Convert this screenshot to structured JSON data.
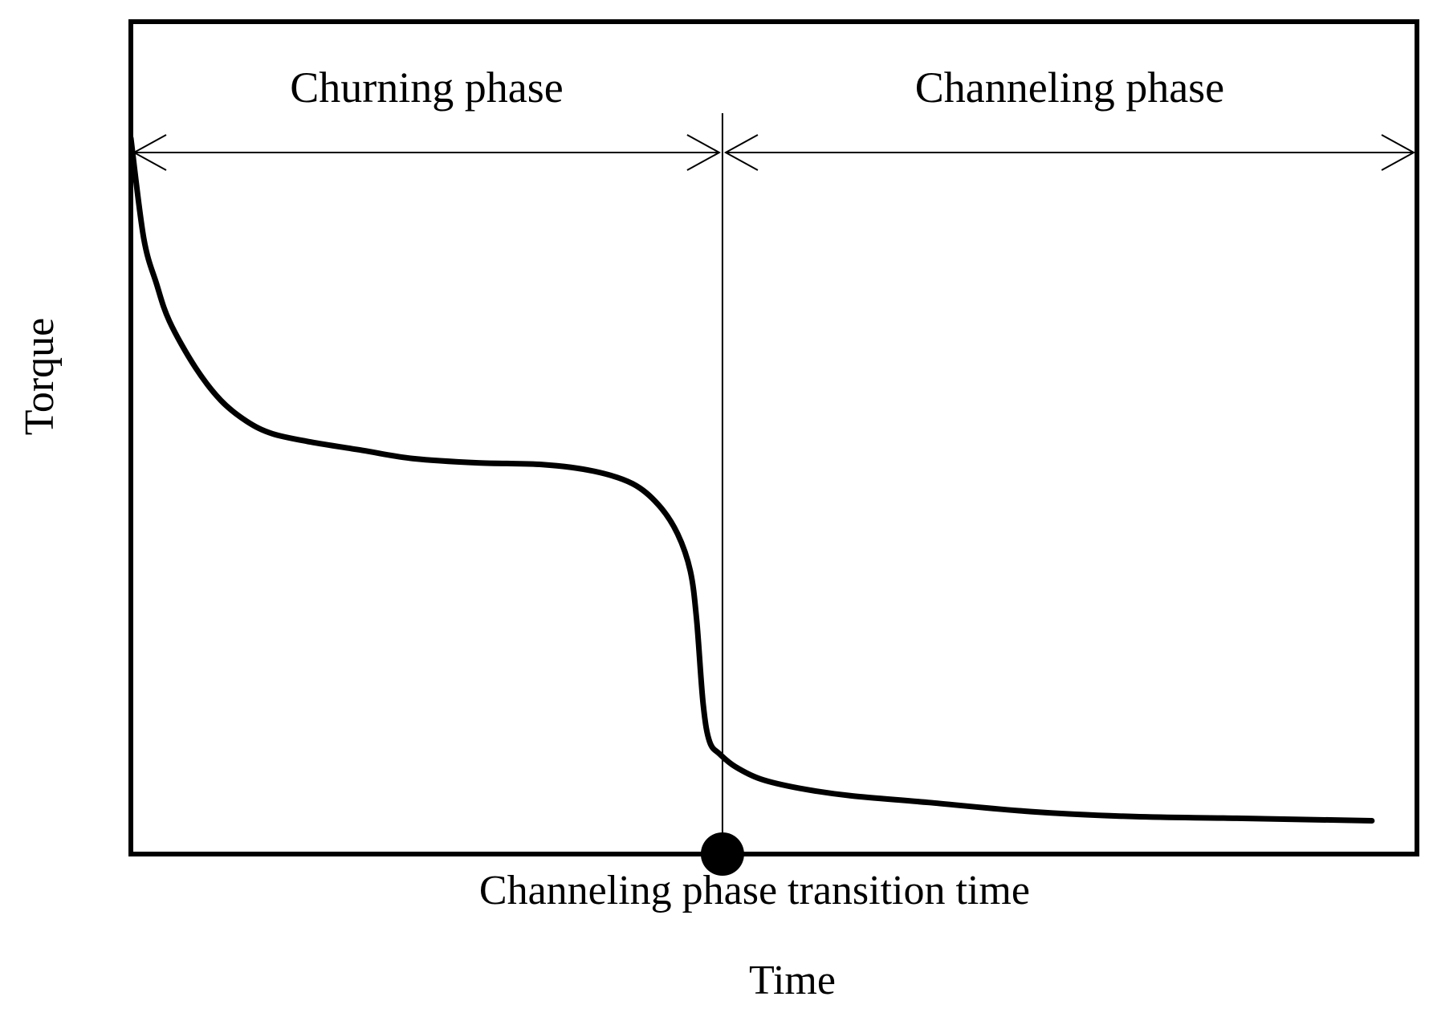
{
  "chart_data": {
    "type": "line",
    "xlabel": "Time",
    "ylabel": "Torque",
    "xlim": [
      0,
      100
    ],
    "ylim": [
      0,
      100
    ],
    "grid": false,
    "axis_ticks": false,
    "series": [
      {
        "line_color": "#000000",
        "points": [
          [
            0,
            86.0
          ],
          [
            1,
            74.0
          ],
          [
            2,
            68.5
          ],
          [
            3,
            64.0
          ],
          [
            5,
            58.5
          ],
          [
            7,
            54.5
          ],
          [
            9,
            52.0
          ],
          [
            11,
            50.5
          ],
          [
            14,
            49.5
          ],
          [
            18,
            48.5
          ],
          [
            22,
            47.5
          ],
          [
            27,
            47.0
          ],
          [
            32,
            46.8
          ],
          [
            36,
            46.0
          ],
          [
            39,
            44.5
          ],
          [
            41,
            42.0
          ],
          [
            42.5,
            38.5
          ],
          [
            43.5,
            34.0
          ],
          [
            44,
            28.0
          ],
          [
            44.5,
            18.0
          ],
          [
            45,
            13.5
          ],
          [
            45.8,
            12.0
          ],
          [
            47,
            10.5
          ],
          [
            49,
            9.0
          ],
          [
            52,
            7.9
          ],
          [
            56,
            7.0
          ],
          [
            62,
            6.2
          ],
          [
            70,
            5.1
          ],
          [
            78,
            4.5
          ],
          [
            86,
            4.3
          ],
          [
            96.5,
            4.0
          ]
        ]
      }
    ],
    "annotations": {
      "phases": [
        {
          "label": "Churning phase",
          "from": 0,
          "to": 46
        },
        {
          "label": "Channeling phase",
          "from": 46,
          "to": 100
        }
      ],
      "transition": {
        "label": "Channeling phase transition time",
        "x": 46
      }
    }
  }
}
